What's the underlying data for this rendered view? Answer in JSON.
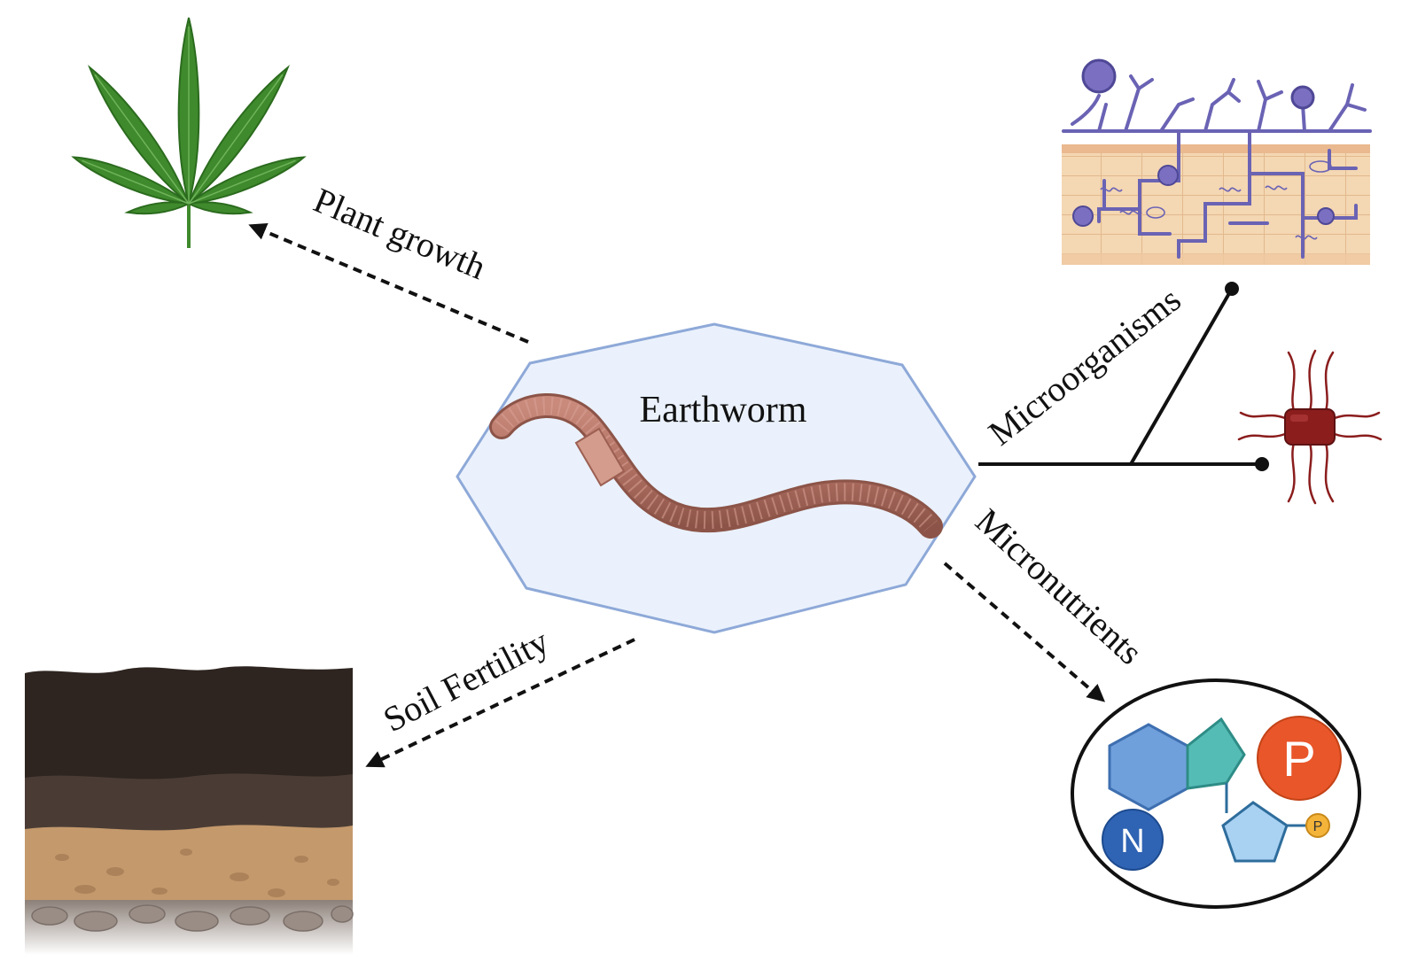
{
  "center": {
    "label": "Earthworm",
    "fill": "#eaf1fc",
    "stroke": "#8ea9d8"
  },
  "edges": {
    "plant_growth": "Plant growth",
    "microorganisms": "Microorganisms",
    "micronutrients": "Micronutrients",
    "soil_fertility": "Soil Fertility"
  },
  "nutrients": {
    "p_large": "P",
    "p_small": "P",
    "n": "N"
  },
  "icons": [
    "earthworm-icon",
    "cannabis-leaf-icon",
    "fungal-hyphae-icon",
    "bacterium-icon",
    "nutrient-molecules-icon",
    "soil-layers-icon"
  ],
  "colors": {
    "leaf": "#3f8a2c",
    "worm": "#b07062",
    "hyphae": "#6a63b4",
    "bacterium": "#8b1d1d",
    "hexagon": "#6fa0dc",
    "pentagon_teal": "#55bcb5",
    "phosphate": "#e8562a",
    "nitrogen": "#2f63b3"
  }
}
